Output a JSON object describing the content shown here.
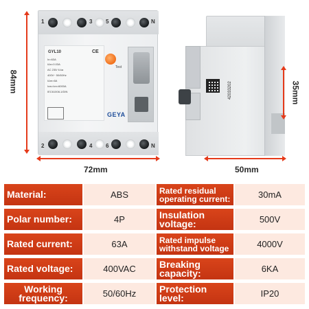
{
  "dimensions": {
    "height_front": "84mm",
    "width_front": "72mm",
    "width_side": "50mm",
    "depth_side": "35mm"
  },
  "device": {
    "brand": "GEYA",
    "model": "GYL10",
    "test_label": "Test",
    "terminals_top": [
      "1",
      "3",
      "5",
      "N"
    ],
    "terminals_bottom": [
      "2",
      "4",
      "6",
      "N"
    ],
    "spec_lines": [
      "In=63A",
      "IΔn=0.03A",
      "AC 230/ 6.ka",
      "400V~ 50/60Hz",
      "IΔm=6A",
      "Icw=Icn=6000A",
      "IEC61008-1/DIN"
    ],
    "side_code": "42033202"
  },
  "colors": {
    "accent": "#d9441a",
    "value_bg": "#fde9e0",
    "dimension_line": "#e53a1a"
  },
  "specs": [
    {
      "label_left": "Material:",
      "value_left": "ABS",
      "label_right": "Rated residual operating current:",
      "value_right": "30mA"
    },
    {
      "label_left": "Polar number:",
      "value_left": "4P",
      "label_right": "Insulation voltage:",
      "value_right": "500V"
    },
    {
      "label_left": "Rated current:",
      "value_left": "63A",
      "label_right": "Rated impulse withstand voltage",
      "value_right": "4000V"
    },
    {
      "label_left": "Rated voltage:",
      "value_left": "400VAC",
      "label_right": "Breaking capacity:",
      "value_right": "6KA"
    },
    {
      "label_left": "Working frequency:",
      "value_left": "50/60Hz",
      "label_right": "Protection level:",
      "value_right": "IP20"
    }
  ]
}
